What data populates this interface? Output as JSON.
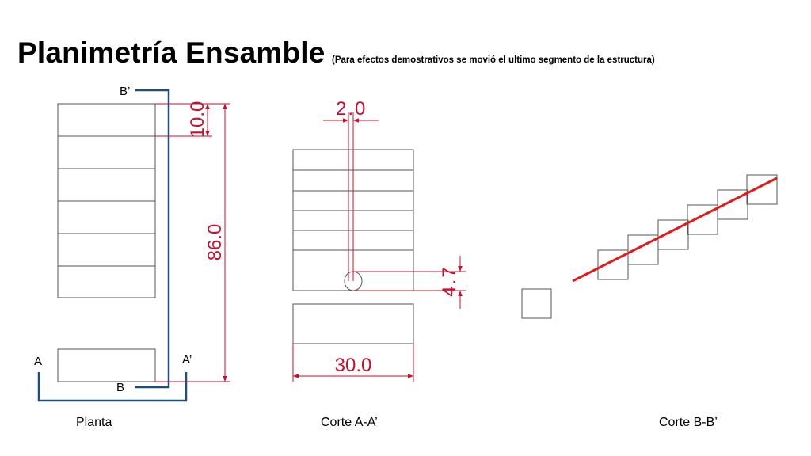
{
  "title": "Planimetría Ensamble",
  "subtitle": "(Para efectos demostrativos se movió el ultimo segmento de la estructura)",
  "labels": {
    "b_prime": "B’",
    "a": "A",
    "a_prime": "A’",
    "b": "B"
  },
  "captions": {
    "planta": "Planta",
    "corte_aa": "Corte A-A’",
    "corte_bb": "Corte B-B’"
  },
  "dimensions": {
    "d10": "10.0",
    "d86": "86.0",
    "d20": "2.0",
    "d47": "4.7",
    "d30": "30.0"
  },
  "colors": {
    "dimension": "#c8102e",
    "section_line": "#1f4e79",
    "outline": "#555555",
    "stair_line": "#e01b1b"
  }
}
